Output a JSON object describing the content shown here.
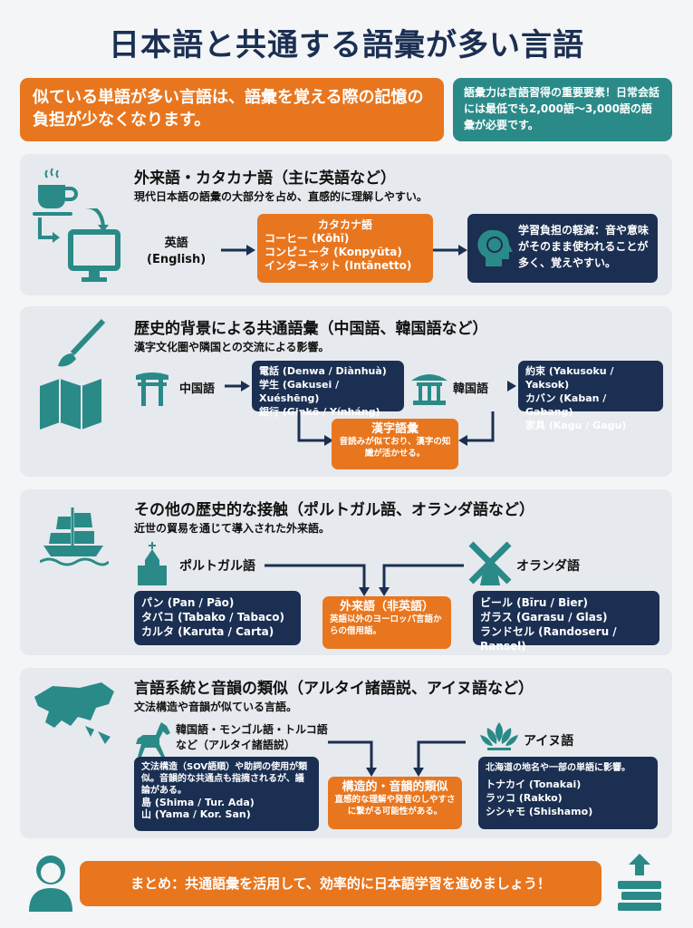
{
  "title": "日本語と共通する語彙が多い言語",
  "intro": {
    "left": "似ている単語が多い言語は、語彙を覚える際の記憶の負担が少なくなります。",
    "right": "語彙力は言語習得の重要要素！日常会話には最低でも2,000語〜3,000語の語彙が必要です。"
  },
  "colors": {
    "navy": "#1b2f52",
    "orange": "#e8761e",
    "teal": "#2a8a88"
  },
  "sections": [
    {
      "title": "外来語・カタカナ語（主に英語など）",
      "subtitle": "現代日本語の語彙の大部分を占め、直感的に理解しやすい。",
      "icons": [
        "coffee-cup-icon",
        "monitor-icon"
      ],
      "source": "英語\n(English)",
      "box_title": "カタカナ語",
      "examples": [
        "コーヒー (Kōhī)",
        "コンピュータ (Konpyūta)",
        "インターネット (Intānetto)"
      ],
      "result": "学習負担の軽減：音や意味がそのまま使われることが多く、覚えやすい。"
    },
    {
      "title": "歴史的背景による共通語彙（中国語、韓国語など）",
      "subtitle": "漢字文化圏や隣国との交流による影響。",
      "icons": [
        "gate-icon",
        "map-icon",
        "brush-icon",
        "pavilion-icon"
      ],
      "source_a": "中国語",
      "examples_a": [
        "電話 (Denwa / Diànhuà)",
        "学生 (Gakusei / Xuéshēng)",
        "銀行 (Ginkō / Yínháng)"
      ],
      "source_b": "韓国語",
      "examples_b": [
        "約束 (Yakusoku / Yaksok)",
        "カバン (Kaban / Gabang)",
        "家具 (Kagu / Gagu)"
      ],
      "center_title": "漢字語彙",
      "center_text": "音読みが似ており、漢字の知識が活かせる。"
    },
    {
      "title": "その他の歴史的な接触（ポルトガル語、オランダ語など）",
      "subtitle": "近世の貿易を通じて導入された外来語。",
      "icons": [
        "ship-icon",
        "church-icon",
        "windmill-icon"
      ],
      "source_a": "ポルトガル語",
      "examples_a": [
        "パン (Pan / Pão)",
        "タバコ (Tabako / Tabaco)",
        "カルタ (Karuta / Carta)"
      ],
      "source_b": "オランダ語",
      "examples_b": [
        "ビール (Bīru / Bier)",
        "ガラス (Garasu / Glas)",
        "ランドセル (Randoseru / Ransel)"
      ],
      "center_title": "外来語（非英語）",
      "center_text": "英語以外のヨーロッパ言語からの借用語。"
    },
    {
      "title": "言語系統と音韻の類似（アルタイ諸語説、アイヌ語など）",
      "subtitle": "文法構造や音韻が似ている言語。",
      "icons": [
        "asia-map-icon",
        "horse-icon",
        "lotus-icon"
      ],
      "source_a": "韓国語・モンゴル語・トルコ語\nなど（アルタイ諸語説）",
      "text_a": "文法構造（SOV語順）や助詞の使用が類似。音韻的な共通点も指摘されるが、議論がある。",
      "examples_a": [
        "島 (Shima / Tur. Ada)",
        "山 (Yama / Kor. San)"
      ],
      "source_b": "アイヌ語",
      "text_b": "北海道の地名や一部の単語に影響。",
      "examples_b": [
        "トナカイ (Tonakai)",
        "ラッコ (Rakko)",
        "シシャモ (Shishamo)"
      ],
      "center_title": "構造的・音韻的類似",
      "center_text": "直感的な理解や発音のしやすさに繋がる可能性がある。"
    }
  ],
  "summary": "まとめ：共通語彙を活用して、効率的に日本語学習を進めましょう！"
}
